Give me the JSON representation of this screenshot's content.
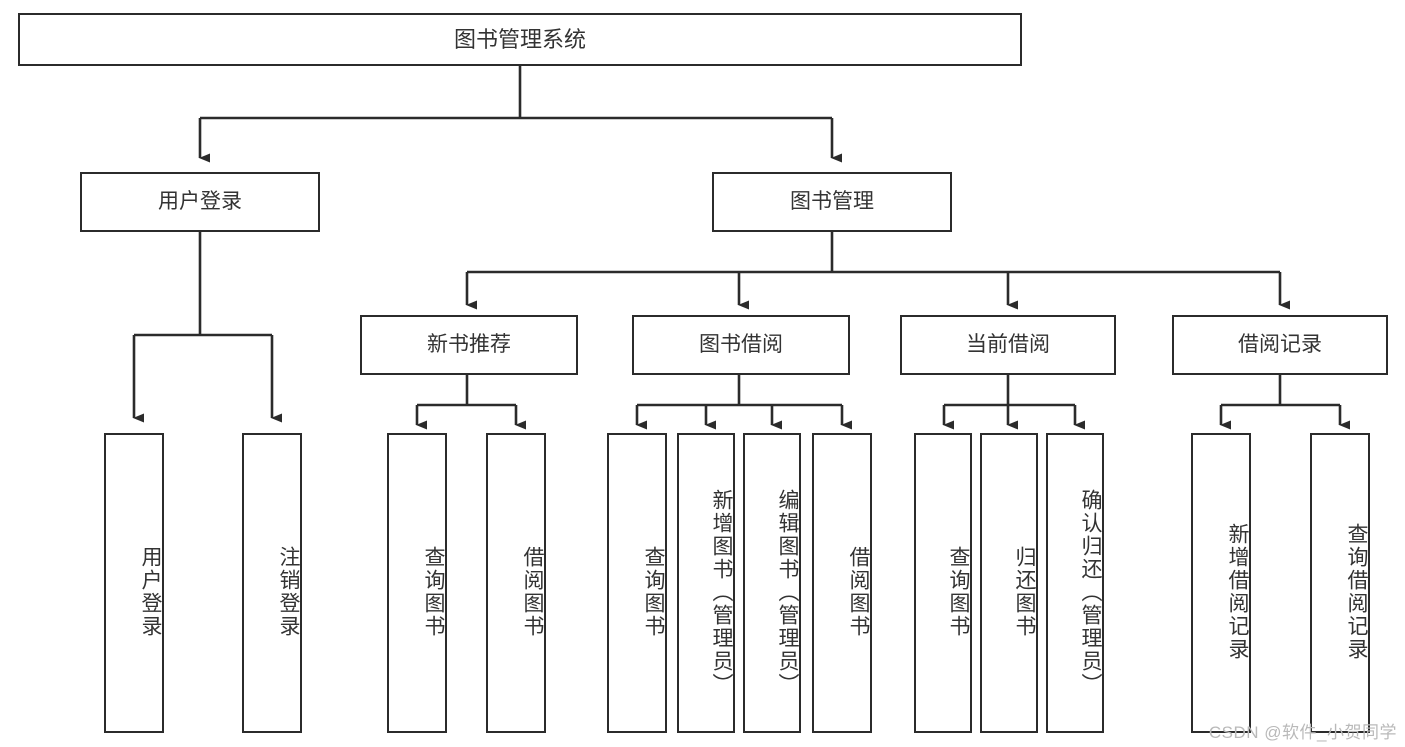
{
  "diagram": {
    "type": "tree",
    "title": "图书管理系统",
    "root": {
      "label": "图书管理系统"
    },
    "level2": [
      {
        "label": "用户登录"
      },
      {
        "label": "图书管理"
      }
    ],
    "level3": [
      {
        "label": "新书推荐"
      },
      {
        "label": "图书借阅"
      },
      {
        "label": "当前借阅"
      },
      {
        "label": "借阅记录"
      }
    ],
    "leaves": {
      "user_login": [
        {
          "label": "用户登录"
        },
        {
          "label": "注销登录"
        }
      ],
      "new_book_recommend": [
        {
          "label": "查询图书"
        },
        {
          "label": "借阅图书"
        }
      ],
      "book_borrow": [
        {
          "label": "查询图书"
        },
        {
          "label": "新增图书（管理员）"
        },
        {
          "label": "编辑图书（管理员）"
        },
        {
          "label": "借阅图书"
        }
      ],
      "current_borrow": [
        {
          "label": "查询图书"
        },
        {
          "label": "归还图书"
        },
        {
          "label": "确认归还（管理员）"
        }
      ],
      "borrow_record": [
        {
          "label": "新增借阅记录"
        },
        {
          "label": "查询借阅记录"
        }
      ]
    }
  },
  "watermark": {
    "text": "CSDN @软件_小贺同学"
  },
  "colors": {
    "stroke": "#2b2b2b",
    "text": "#333333",
    "background": "#ffffff",
    "watermark": "#b9b9b9"
  }
}
